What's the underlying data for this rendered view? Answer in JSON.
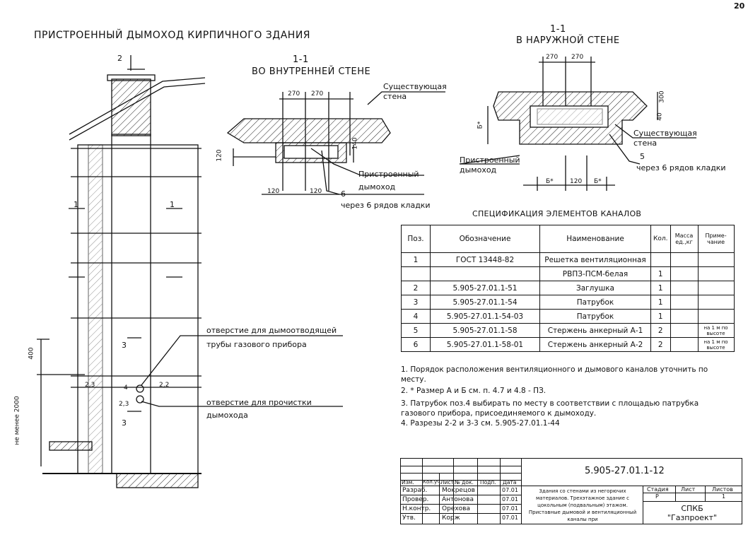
{
  "page_number": "20",
  "main_title": "ПРИСТРОЕННЫЙ ДЫМОХОД КИРПИЧНОГО ЗДАНИЯ",
  "section_inner": {
    "code": "1-1",
    "title": "ВО ВНУТРЕННЕЙ СТЕНЕ",
    "dims": [
      "270",
      "270",
      "140",
      "120",
      "120",
      "120"
    ],
    "labels": {
      "existing_wall": "Существующая стена",
      "chimney": "Пристроенный дымоход",
      "mark": "6",
      "note": "через 6 рядов кладки"
    }
  },
  "section_outer": {
    "code": "1-1",
    "title": "В НАРУЖНОЙ СТЕНЕ",
    "dims": [
      "270",
      "270",
      "40",
      "300",
      "120",
      "Б*",
      "Б*",
      "Б*"
    ],
    "labels": {
      "existing_wall": "Существующая стена",
      "chimney": "Пристроенный дымоход",
      "mark": "5",
      "note": "через 6 рядов кладки"
    }
  },
  "elevation": {
    "marks": [
      "2",
      "1",
      "1",
      "3",
      "3",
      "2,3",
      "4",
      "2,2",
      "2,3"
    ],
    "side_dims": [
      "не менее 2000",
      "400"
    ],
    "callouts": [
      "отверстие для дымоотводящей трубы газового прибора",
      "отверстие для прочистки дымохода"
    ]
  },
  "spec": {
    "title": "СПЕЦИФИКАЦИЯ ЭЛЕМЕНТОВ КАНАЛОВ",
    "headers": [
      "Поз.",
      "Обозначение",
      "Наименование",
      "Кол.",
      "Масса ед.,кг",
      "Приме-чание"
    ],
    "rows": [
      [
        "1",
        "ГОСТ 13448-82",
        "Решетка вентиляционная",
        "",
        "",
        ""
      ],
      [
        "",
        "",
        "РВПЗ-ПСМ-белая",
        "1",
        "",
        ""
      ],
      [
        "2",
        "5.905-27.01.1-51",
        "Заглушка",
        "1",
        "",
        ""
      ],
      [
        "3",
        "5.905-27.01.1-54",
        "Патрубок",
        "1",
        "",
        ""
      ],
      [
        "4",
        "5.905-27.01.1-54-03",
        "Патрубок",
        "1",
        "",
        ""
      ],
      [
        "5",
        "5.905-27.01.1-58",
        "Стержень анкерный А-1",
        "2",
        "",
        "на 1 м по высоте"
      ],
      [
        "6",
        "5.905-27.01.1-58-01",
        "Стержень анкерный А-2",
        "2",
        "",
        "на 1 м по высоте"
      ]
    ]
  },
  "notes": [
    "1. Порядок расположения вентиляционного и дымового каналов уточнить по месту.",
    "2. * Размер А и Б см. п. 4.7 и 4.8 - ПЗ.",
    "3. Патрубок поз.4 выбирать по месту в соответствии с площадью патрубка газового прибора, присоединяемого к дымоходу.",
    "4. Разрезы 2-2 и 3-3 см. 5.905-27.01.1-44"
  ],
  "stamp": {
    "doc_code": "5.905-27.01.1-12",
    "cols": [
      "Изм.",
      "Кол.уч.",
      "Лист",
      "№ док.",
      "Подп.",
      "Дата"
    ],
    "people": [
      {
        "role": "Разраб.",
        "name": "Мокрецов",
        "date": "07.01"
      },
      {
        "role": "Провер.",
        "name": "Антонова",
        "date": "07.01"
      },
      {
        "role": "Н.контр.",
        "name": "Орехова",
        "date": "07.01"
      },
      {
        "role": "Утв.",
        "name": "Корж",
        "date": "07.01"
      }
    ],
    "description": "Здания со стенами из негорючих материалов. Трехэтажное здание с цокольным (подвальным) этажом. Приставные дымовой и вентиляционный каналы при",
    "stage_label": "Стадия",
    "sheet_label": "Лист",
    "sheets_label": "Листов",
    "stage": "Р",
    "sheets": "1",
    "org": "СПКБ \"Газпроект\""
  }
}
